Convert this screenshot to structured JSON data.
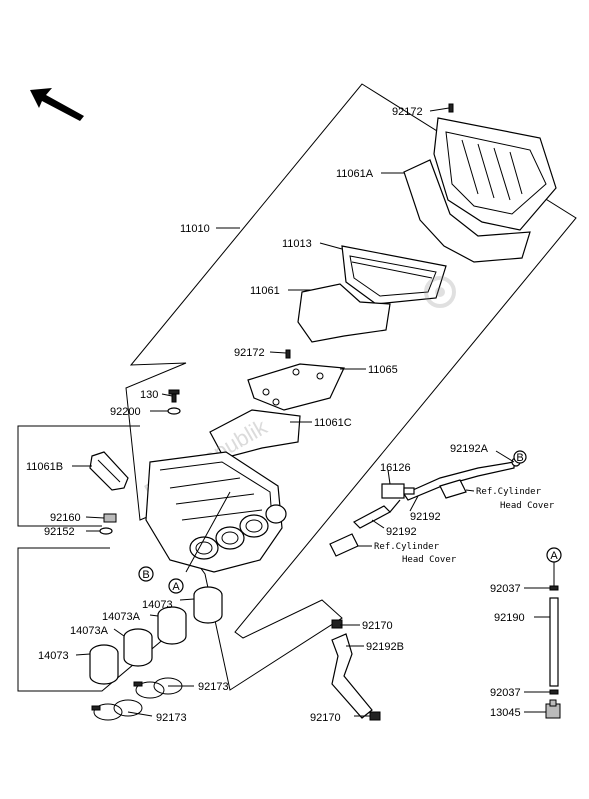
{
  "labels": {
    "p92172_top": "92172",
    "p11061A": "11061A",
    "p11010": "11010",
    "p11013": "11013",
    "p11061": "11061",
    "p92172_mid": "92172",
    "p11065": "11065",
    "p130": "130",
    "p92200": "92200",
    "p11061C": "11061C",
    "p11061B": "11061B",
    "p92192A": "92192A",
    "p16126": "16126",
    "p92160": "92160",
    "p92152": "92152",
    "p92192_a": "92192",
    "p92192_b": "92192",
    "p14073_a": "14073",
    "p14073A_a": "14073A",
    "p14073A_b": "14073A",
    "p14073_b": "14073",
    "p92170_a": "92170",
    "p92192B": "92192B",
    "p92173_a": "92173",
    "p92173_b": "92173",
    "p92170_b": "92170",
    "p92037_a": "92037",
    "p92190": "92190",
    "p92037_b": "92037",
    "p13045": "13045"
  },
  "refs": {
    "ref1_line1": "Ref.Cylinder",
    "ref1_line2": "Head Cover",
    "ref2_line1": "Ref.Cylinder",
    "ref2_line2": "Head Cover"
  },
  "markers": {
    "A1": "A",
    "A2": "A",
    "B1": "B",
    "B2": "B"
  },
  "watermark": "PartsRepublik"
}
